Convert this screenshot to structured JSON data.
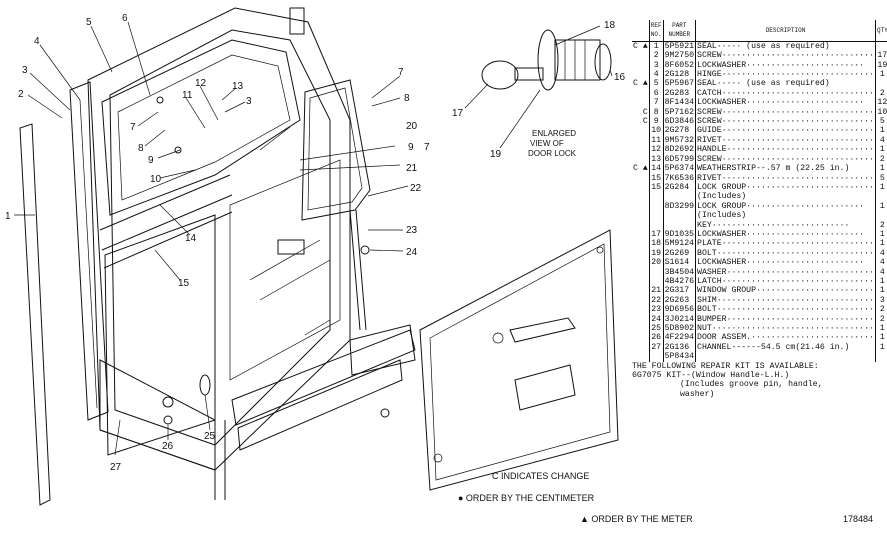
{
  "callouts": [
    "1",
    "2",
    "3",
    "4",
    "5",
    "6",
    "7",
    "7",
    "8",
    "8",
    "9",
    "9",
    "10",
    "11",
    "12",
    "13",
    "14",
    "15",
    "16",
    "17",
    "18",
    "19",
    "20",
    "21",
    "22",
    "23",
    "24",
    "25",
    "26",
    "27",
    "3",
    "7"
  ],
  "lock_view": {
    "line1": "ENLARGED",
    "line2": "VIEW OF",
    "line3": "DOOR LOCK"
  },
  "table": {
    "headers": {
      "ref": "REF NO.",
      "part": "PART NUMBER",
      "desc": "DESCRIPTION",
      "qty": "QTY"
    },
    "rows": [
      {
        "mark": "C ▲",
        "ref": "1",
        "part": "5P5921",
        "desc": "SEAL·····  (use as required)",
        "qty": ""
      },
      {
        "mark": "",
        "ref": "2",
        "part": "9M2750",
        "desc": "SCREW·······························",
        "qty": "17"
      },
      {
        "mark": "",
        "ref": "3",
        "part": "8F6052",
        "desc": "LOCKWASHER························",
        "qty": "19"
      },
      {
        "mark": "",
        "ref": "4",
        "part": "2G128",
        "desc": "HINGE·······························",
        "qty": "1"
      },
      {
        "mark": "C ▲",
        "ref": "5",
        "part": "5P5967",
        "desc": "SEAL·····  (use as required)",
        "qty": ""
      },
      {
        "mark": "",
        "ref": "6",
        "part": "2G283",
        "desc": "CATCH·······························",
        "qty": "2"
      },
      {
        "mark": "",
        "ref": "7",
        "part": "8F1434",
        "desc": "LOCKWASHER························",
        "qty": "12"
      },
      {
        "mark": "C",
        "ref": "8",
        "part": "5P7162",
        "desc": "SCREW·······························",
        "qty": "10"
      },
      {
        "mark": "C",
        "ref": "9",
        "part": "6D3846",
        "desc": "SCREW·······························",
        "qty": "5"
      },
      {
        "mark": "",
        "ref": "10",
        "part": "2G278",
        "desc": "GUIDE·······························",
        "qty": "1"
      },
      {
        "mark": "",
        "ref": "11",
        "part": "9M5732",
        "desc": "RIVET·······························",
        "qty": "4"
      },
      {
        "mark": "",
        "ref": "12",
        "part": "8D2692",
        "desc": "HANDLE······························",
        "qty": "1"
      },
      {
        "mark": "",
        "ref": "13",
        "part": "6D5799",
        "desc": "SCREW·······························",
        "qty": "2"
      },
      {
        "mark": "C ▲",
        "ref": "14",
        "part": "5P6374",
        "desc": "WEATHERSTRIP--.57 m (22.25 in.)",
        "qty": "1"
      },
      {
        "mark": "",
        "ref": "15",
        "part": "7K6536",
        "desc": "RIVET·······························",
        "qty": "5"
      },
      {
        "mark": "",
        "ref": "15",
        "part": "2G284",
        "desc": "LOCK GROUP··························",
        "qty": "1"
      },
      {
        "mark": "",
        "ref": "",
        "part": "",
        "desc": "   (Includes)",
        "qty": ""
      },
      {
        "mark": "",
        "ref": "",
        "part": "8D3299",
        "desc": "   LOCK GROUP························",
        "qty": "1"
      },
      {
        "mark": "",
        "ref": "",
        "part": "",
        "desc": "      (Includes)",
        "qty": ""
      },
      {
        "mark": "",
        "ref": "",
        "part": "",
        "desc": "      KEY····························",
        "qty": "2"
      },
      {
        "mark": "",
        "ref": "17",
        "part": "9D1035",
        "desc": "LOCKWASHER························",
        "qty": "1"
      },
      {
        "mark": "",
        "ref": "18",
        "part": "5M9124",
        "desc": "PLATE·······························",
        "qty": "1"
      },
      {
        "mark": "",
        "ref": "19",
        "part": "2G269",
        "desc": "BOLT································",
        "qty": "4"
      },
      {
        "mark": "",
        "ref": "20",
        "part": "S1614",
        "desc": "LOCKWASHER························",
        "qty": "4"
      },
      {
        "mark": "",
        "ref": "",
        "part": "3B4504",
        "desc": "WASHER······························",
        "qty": "4"
      },
      {
        "mark": "",
        "ref": "",
        "part": "4B4276",
        "desc": "LATCH·······························",
        "qty": "1"
      },
      {
        "mark": "",
        "ref": "21",
        "part": "2G317",
        "desc": "WINDOW GROUP························",
        "qty": "1"
      },
      {
        "mark": "",
        "ref": "22",
        "part": "2G263",
        "desc": "SHIM································",
        "qty": "3"
      },
      {
        "mark": "",
        "ref": "23",
        "part": "9D6956",
        "desc": "BOLT································",
        "qty": "2"
      },
      {
        "mark": "",
        "ref": "24",
        "part": "3J0214",
        "desc": "BUMPER······························",
        "qty": "2"
      },
      {
        "mark": "",
        "ref": "25",
        "part": "5D8902",
        "desc": "NUT·································",
        "qty": "1"
      },
      {
        "mark": "",
        "ref": "26",
        "part": "4F2294",
        "desc": "DOOR ASSEM.·························",
        "qty": "1"
      },
      {
        "mark": "",
        "ref": "27",
        "part": "2G136",
        "desc": "CHANNEL------54.5 cm(21.46 in.)",
        "qty": "1"
      },
      {
        "mark": "",
        "ref": "",
        "part": "5P8434",
        "desc": "",
        "qty": ""
      }
    ],
    "kit_note": "THE FOLLOWING REPAIR KIT IS AVAILABLE:",
    "kit_part": "6G7075",
    "kit_desc": "KIT--(Window Handle-L.H.)",
    "kit_desc2": "(Includes groove pin, handle,",
    "kit_desc3": "washer)"
  },
  "notes": {
    "change": "C  INDICATES CHANGE",
    "centimeter": "● ORDER BY THE CENTIMETER",
    "meter": "▲ ORDER BY THE METER",
    "doc_no": "178484"
  }
}
